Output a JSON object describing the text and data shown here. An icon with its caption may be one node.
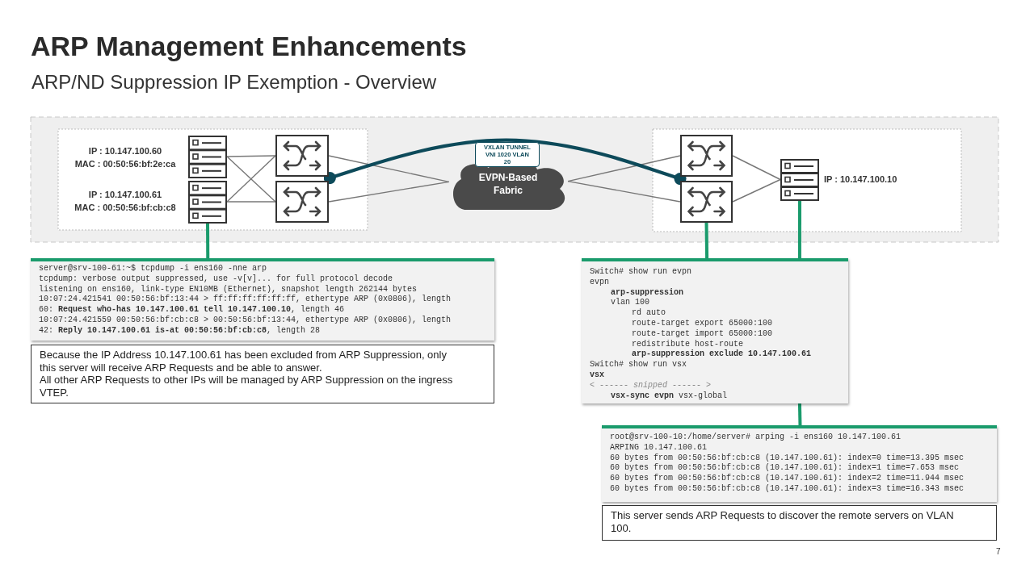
{
  "diagram": {
    "title": "ARP Management Enhancements",
    "nodes": [
      {
        "text": [],
        "shape": "server",
        "beside": [
          "IP : 10.147.100.60",
          "MAC : 00:50:56:bf:2e:ca"
        ]
      },
      {
        "text": [],
        "shape": "server",
        "beside": [
          "IP : 10.147.100.61",
          "MAC : 00:50:56:bf:cb:c8"
        ]
      },
      {
        "text": [],
        "shape": "switch"
      },
      {
        "text": [],
        "shape": "switch"
      },
      {
        "text": [
          "EVPN-Based Fabric"
        ]
      },
      {
        "text": [],
        "shape": "switch"
      },
      {
        "text": [],
        "shape": "switch"
      },
      {
        "text": [],
        "shape": "server",
        "beside": [
          "IP : 10.147.100.10"
        ]
      },
      {
        "text": [
          "server@srv-100-61:~$ tcpdump -i ens160 -nne arp",
          "tcpdump: verbose output suppressed, use -v[v]... for full protocol decode",
          "listening on ens160, link-type EN10MB (Ethernet), snapshot length 262144 bytes",
          "10:07:24.421541 00:50:56:bf:13:44 > ff:ff:ff:ff:ff:ff, ethertype ARP (0x0806), length 60: **Request who-has 10.147.100.61 tell 10.147.100.10**, length 46",
          "10:07:24.421559 00:50:56:bf:cb:c8 > 00:50:56:bf:13:44, ethertype ARP (0x0806), length 42: **Reply 10.147.100.61 is-at 00:50:56:bf:cb:c8**, length 28"
        ]
      },
      {
        "text": [
          "Because the IP Address 10.147.100.61 has been excluded from ARP Suppression, only this server will receive ARP Requests and be able to answer.",
          "All other ARP Requests to other IPs will be managed by ARP Suppression on the ingress VTEP."
        ]
      },
      {
        "text": [
          "Switch# show run evpn",
          "evpn",
          "arp-suppression",
          "vlan 100",
          "rd auto",
          "route-target export 65000:100",
          "route-target import 65000:100",
          "redistribute host-route",
          "arp-suppression exclude 10.147.100.61",
          "Switch# show run vsx",
          "vsx",
          "< ------ snipped ------ >",
          "**vsx-sync evpn** vsx-global"
        ]
      },
      {
        "text": [
          "root@srv-100-10:/home/server# arping -i ens160 10.147.100.61",
          "ARPING 10.147.100.61",
          "60 bytes from 00:50:56:bf:cb:c8 (10.147.100.61): index=0 time=13.395 msec",
          "60 bytes from 00:50:56:bf:cb:c8 (10.147.100.61): index=1 time=7.653 msec",
          "60 bytes from 00:50:56:bf:cb:c8 (10.147.100.61): index=2 time=11.944 msec",
          "60 bytes from 00:50:56:bf:cb:c8 (10.147.100.61): index=3 time=16.343 msec"
        ]
      },
      {
        "text": [
          "This server sends ARP Requests to discover the remote servers on VLAN 100."
        ]
      }
    ],
    "edges": [
      {
        "from": 0,
        "to": 2,
        "arrow": "none"
      },
      {
        "from": 0,
        "to": 3,
        "arrow": "none"
      },
      {
        "from": 1,
        "to": 2,
        "arrow": "none"
      },
      {
        "from": 1,
        "to": 3,
        "arrow": "none"
      },
      {
        "from": 2,
        "to": 4,
        "arrow": "none"
      },
      {
        "from": 3,
        "to": 4,
        "arrow": "none"
      },
      {
        "from": 4,
        "to": 5,
        "arrow": "none"
      },
      {
        "from": 4,
        "to": 6,
        "arrow": "none"
      },
      {
        "from": 5,
        "to": 7,
        "arrow": "none"
      },
      {
        "from": 6,
        "to": 7,
        "arrow": "none"
      },
      {
        "from": 2,
        "to": 5,
        "arrow": "other",
        "label": "VXLAN TUNNEL VNI 1020 VLAN 20",
        "style": "thick",
        "color": "#0d4a5a"
      },
      {
        "from": 1,
        "to": 8,
        "arrow": "none",
        "style": "thick",
        "color": "#1a9b6c"
      },
      {
        "from": 6,
        "to": 10,
        "arrow": "none",
        "style": "thick",
        "color": "#1a9b6c"
      },
      {
        "from": 7,
        "to": 10,
        "arrow": "none",
        "style": "thick",
        "color": "#1a9b6c"
      },
      {
        "from": 10,
        "to": 11,
        "arrow": "none",
        "style": "thick",
        "color": "#1a9b6c"
      }
    ],
    "labels": [
      "ARP/ND Suppression IP Exemption - Overview",
      "7"
    ]
  }
}
